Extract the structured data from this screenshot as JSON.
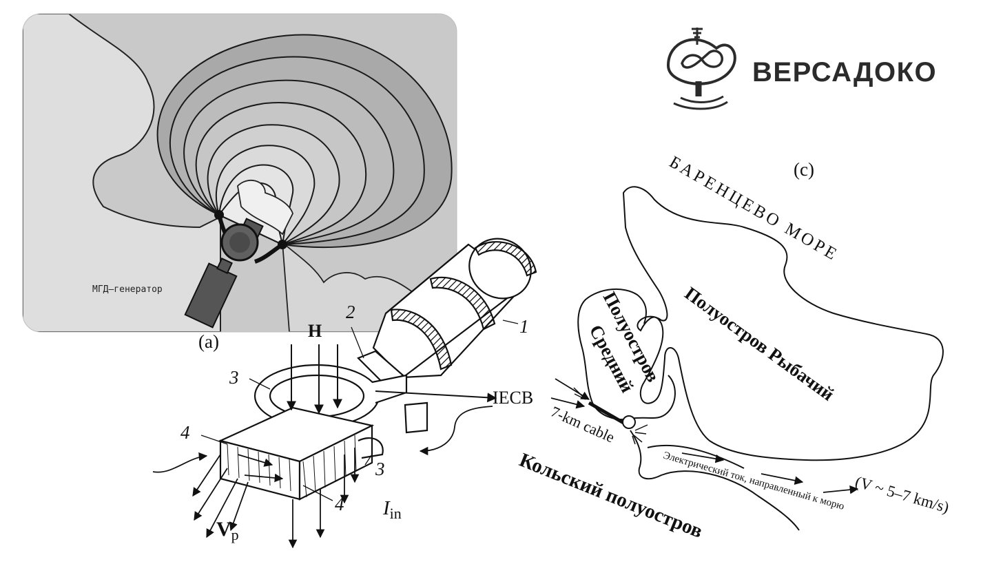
{
  "logo": {
    "brand_text": "ВЕРСАДОКО",
    "icon": "infinity-mask-logo-icon"
  },
  "panel_a": {
    "caption": "(a)",
    "generator_label": "МГД–генератор"
  },
  "panel_b": {
    "field_label": "H",
    "labels": {
      "n1": "1",
      "n2": "2",
      "n3_left": "3",
      "n3_right": "3",
      "n4_left": "4",
      "n4_right": "4"
    },
    "iecb_label": "IECB",
    "current_label_main": "I",
    "current_label_sub": "in",
    "velocity_label_main": "V",
    "velocity_label_sub": "p"
  },
  "panel_c": {
    "caption": "(c)",
    "sea_label": "БАРЕНЦЕВО МОРЕ",
    "peninsula_rybachiy": "Полуостров Рыбачий",
    "peninsula_sredniy_line1": "Полуостров",
    "peninsula_sredniy_line2": "Средний",
    "cable_label": "7-km cable",
    "current_text": "Электрический ток, направленный к морю",
    "speed_label": "(V ~ 5–7 km/s)",
    "kola_label": "Кольский полуостров"
  },
  "colors": {
    "ink": "#111111",
    "map_bg": "#c8c8c8",
    "land_light": "#e8e8e8",
    "contour_outer": "#a6a6a6",
    "brand": "#2b2b2b"
  }
}
